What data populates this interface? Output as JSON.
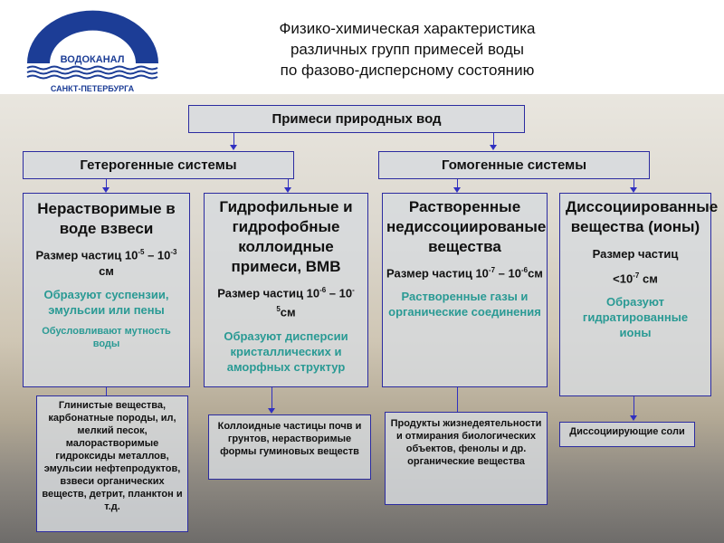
{
  "logo": {
    "name": "ВОДОКАНАЛ",
    "city": "САНКТ-ПЕТЕРБУРГА"
  },
  "title": [
    "Физико-химическая характеристика",
    "различных групп примесей воды",
    "по фазово-дисперсному состоянию"
  ],
  "root": "Примеси природных вод",
  "groups": [
    "Гетерогенные системы",
    "Гомогенные системы"
  ],
  "columns": [
    {
      "heading": "Нерастворимые в воде взвеси",
      "size": "Размер частиц 10",
      "size_exp1": "-5",
      "size_mid": " – 10",
      "size_exp2": "-3",
      "size_end": " см",
      "property": "Образуют суспензии, эмульсии или пены",
      "note": "Обусловливают мутность воды",
      "examples": "Глинистые вещества, карбонатные породы, ил, мелкий песок, малорастворимые гидроксиды металлов, эмульсии нефтепродуктов, взвеси органических веществ, детрит, планктон и т.д."
    },
    {
      "heading": "Гидрофильные и гидрофобные коллоидные примеси, ВМВ",
      "size": "Размер частиц 10",
      "size_exp1": "-6",
      "size_mid": " – 10",
      "size_exp2": "-5",
      "size_end": "см",
      "property": "Образуют дисперсии кристаллических и аморфных структур",
      "examples": "Коллоидные частицы почв и грунтов, нерастворимые формы гуминовых веществ"
    },
    {
      "heading": "Растворенные недиссоциированые вещества",
      "size": "Размер частиц 10",
      "size_exp1": "-7",
      "size_mid": " – 10",
      "size_exp2": "-6",
      "size_end": "см",
      "property": "Растворенные газы и органические соединения",
      "examples": "Продукты жизнедеятельности и отмирания биологических объектов, фенолы и др. органические вещества"
    },
    {
      "heading": "Диссоциированные вещества (ионы)",
      "size": "Размер частиц",
      "size2": "<10",
      "size_exp": "-7",
      "size_end": " см",
      "property": "Образуют гидратированные ионы",
      "examples": "Диссоциирующие соли"
    }
  ]
}
